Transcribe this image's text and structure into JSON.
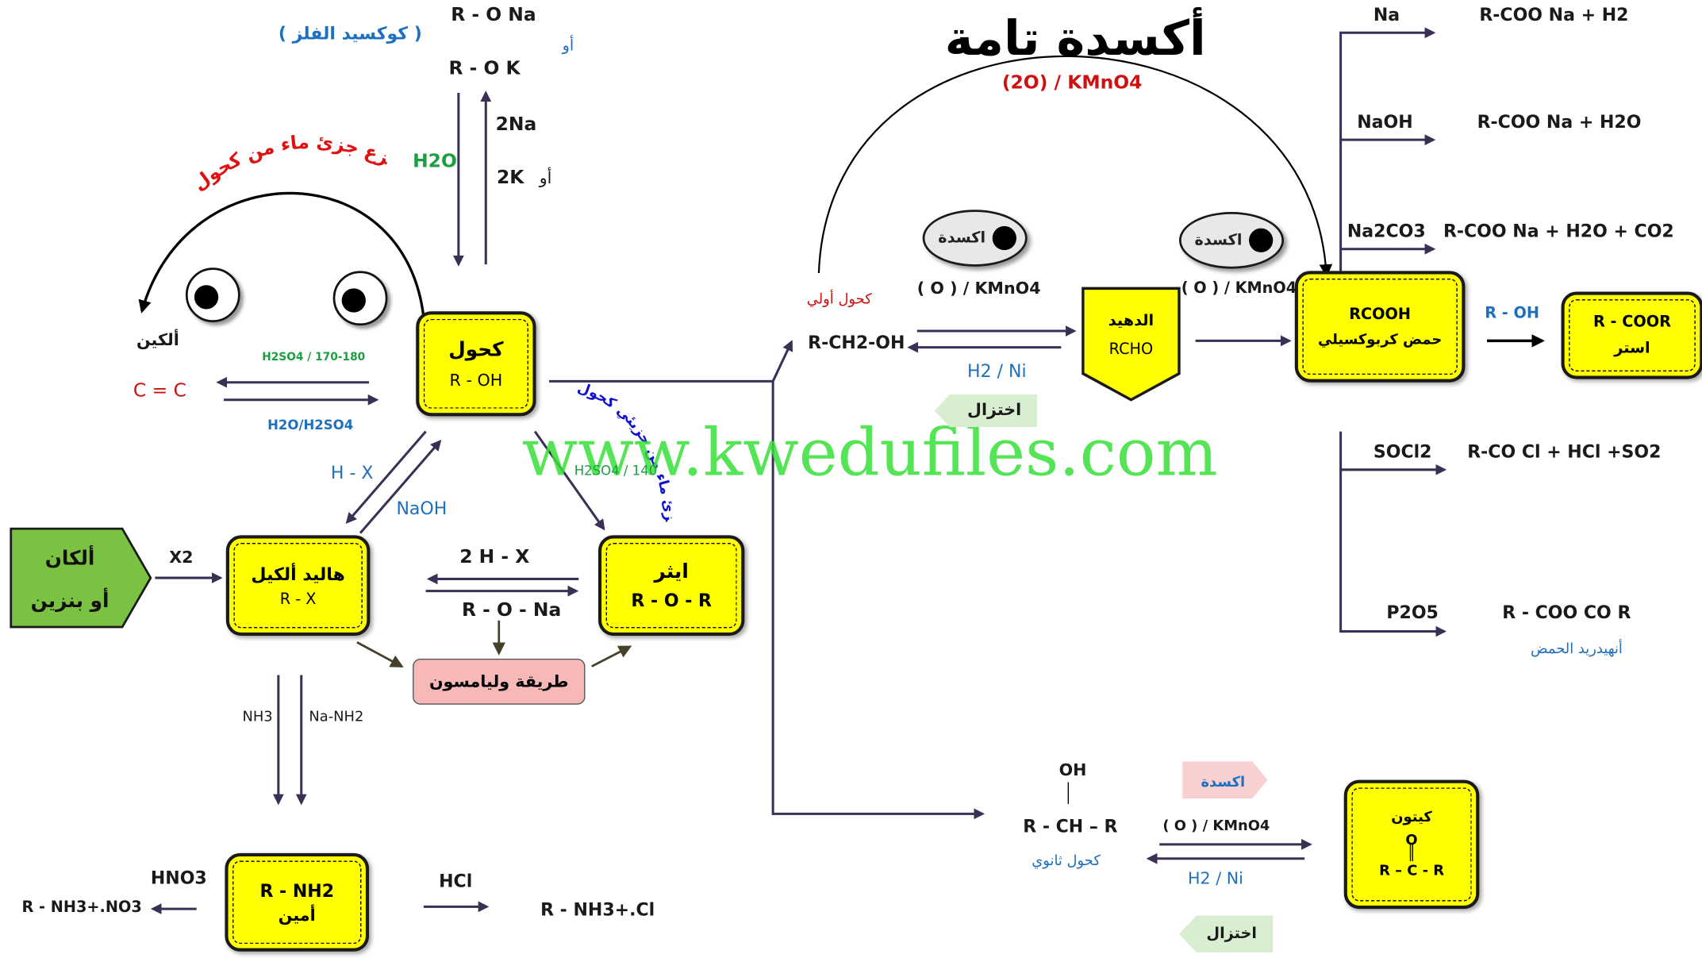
{
  "watermark": "www.kwedufiles.com",
  "heading": {
    "title": "أكسدة تامة",
    "reagent": "(2O) / KMnO4"
  },
  "top": {
    "metal_alkoxide_note": "( كوكسيد الفلز )",
    "r_o_na": "R - O Na",
    "or1": "أو",
    "r_o_k": "R - O K",
    "na2": "2Na",
    "or2": "أو",
    "k2": "2K",
    "h2o": "H2O"
  },
  "dehydration_note": "يتم نزع جزئ ماء من كحول",
  "alcohol": {
    "name": "كحول",
    "formula": "R - OH"
  },
  "alkene": {
    "name": "ألكين",
    "formula": "C = C",
    "forward": "H2SO4 / 170-180",
    "reverse": "H2O/H2SO4"
  },
  "halide_reactions": {
    "hx": "H - X",
    "naoh": "NaOH"
  },
  "ether_reaction": {
    "condition": "H2SO4 / 140",
    "note": "يتم نزع جزئ ماء من جزيئي كحول"
  },
  "alkane": {
    "line1": "ألكان",
    "line2": "أو بنزين",
    "reagent": "X2"
  },
  "alkyl_halide": {
    "name": "هاليد ألكيل",
    "formula": "R - X"
  },
  "ether": {
    "name": "ايثر",
    "formula": "R - O - R"
  },
  "williamson": {
    "hx2": "2 H - X",
    "alkoxide": "R - O - Na",
    "label": "طريقة وليامسون"
  },
  "amine": {
    "nh3": "NH3",
    "nanh2": "Na-NH2",
    "name": "أمين",
    "formula": "R - NH2",
    "hno3": "HNO3",
    "hcl": "HCl",
    "nitrate": "R - NH3+.NO3",
    "chloride": "R - NH3+.Cl"
  },
  "primary": {
    "label": "كحول أولي",
    "formula": "R-CH2-OH",
    "reagent": "( O ) / KMnO4",
    "reduce": "H2 / Ni",
    "reduction": "اختزال",
    "oxidation": "اكسدة"
  },
  "aldehyde": {
    "name": "الدهيد",
    "formula": "RCHO",
    "reagent": "( O ) / KMnO4",
    "oxidation": "اكسدة"
  },
  "acid": {
    "formula": "RCOOH",
    "name": "حمض كربوكسيلي"
  },
  "ester": {
    "reagent": "R - OH",
    "formula": "R - COOR",
    "name": "استر"
  },
  "acid_reactions": [
    {
      "reagent": "Na",
      "product": "R-COO Na   + H2"
    },
    {
      "reagent": "NaOH",
      "product": "R-COO Na   + H2O"
    },
    {
      "reagent": "Na2CO3",
      "product": "R-COO Na  + H2O + CO2"
    },
    {
      "reagent": "SOCl2",
      "product": "R-CO Cl  + HCl  +SO2"
    },
    {
      "reagent": "P2O5",
      "product": "R - COO CO R",
      "note": "أنهيدريد الحمض"
    }
  ],
  "secondary": {
    "oh": "OH",
    "formula": "R - CH – R",
    "label": "كحول ثانوي",
    "reagent": "( O ) / KMnO4",
    "reduce": "H2 / Ni",
    "oxidation": "اكسدة",
    "reduction": "اختزال"
  },
  "ketone": {
    "name": "كيتون",
    "o": "O",
    "formula": "R – C - R"
  }
}
